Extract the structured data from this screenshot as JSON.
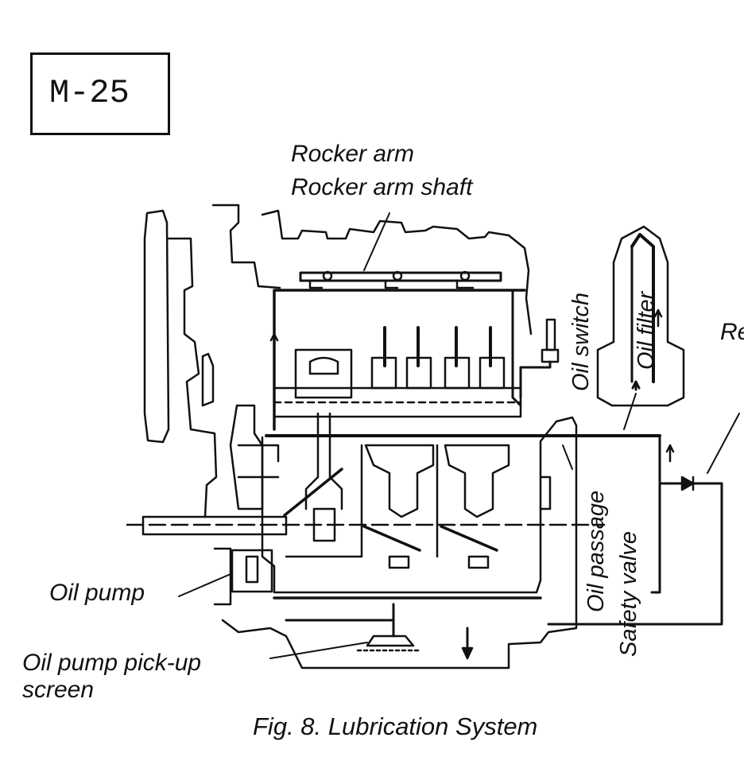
{
  "page_code": "M-25",
  "labels": {
    "rocker_arm": "Rocker arm",
    "rocker_arm_shaft": "Rocker arm shaft",
    "oil_switch": "Oil switch",
    "oil_filter": "Oil filter",
    "oil_passage": "Oil passage",
    "safety_valve": "Safety valve",
    "relief_valve_partial": "Re",
    "oil_pump": "Oil pump",
    "oil_pump_pickup_screen_line1": "Oil pump pick-up",
    "oil_pump_pickup_screen_line2": "screen"
  },
  "caption": "Fig. 8. Lubrication System"
}
